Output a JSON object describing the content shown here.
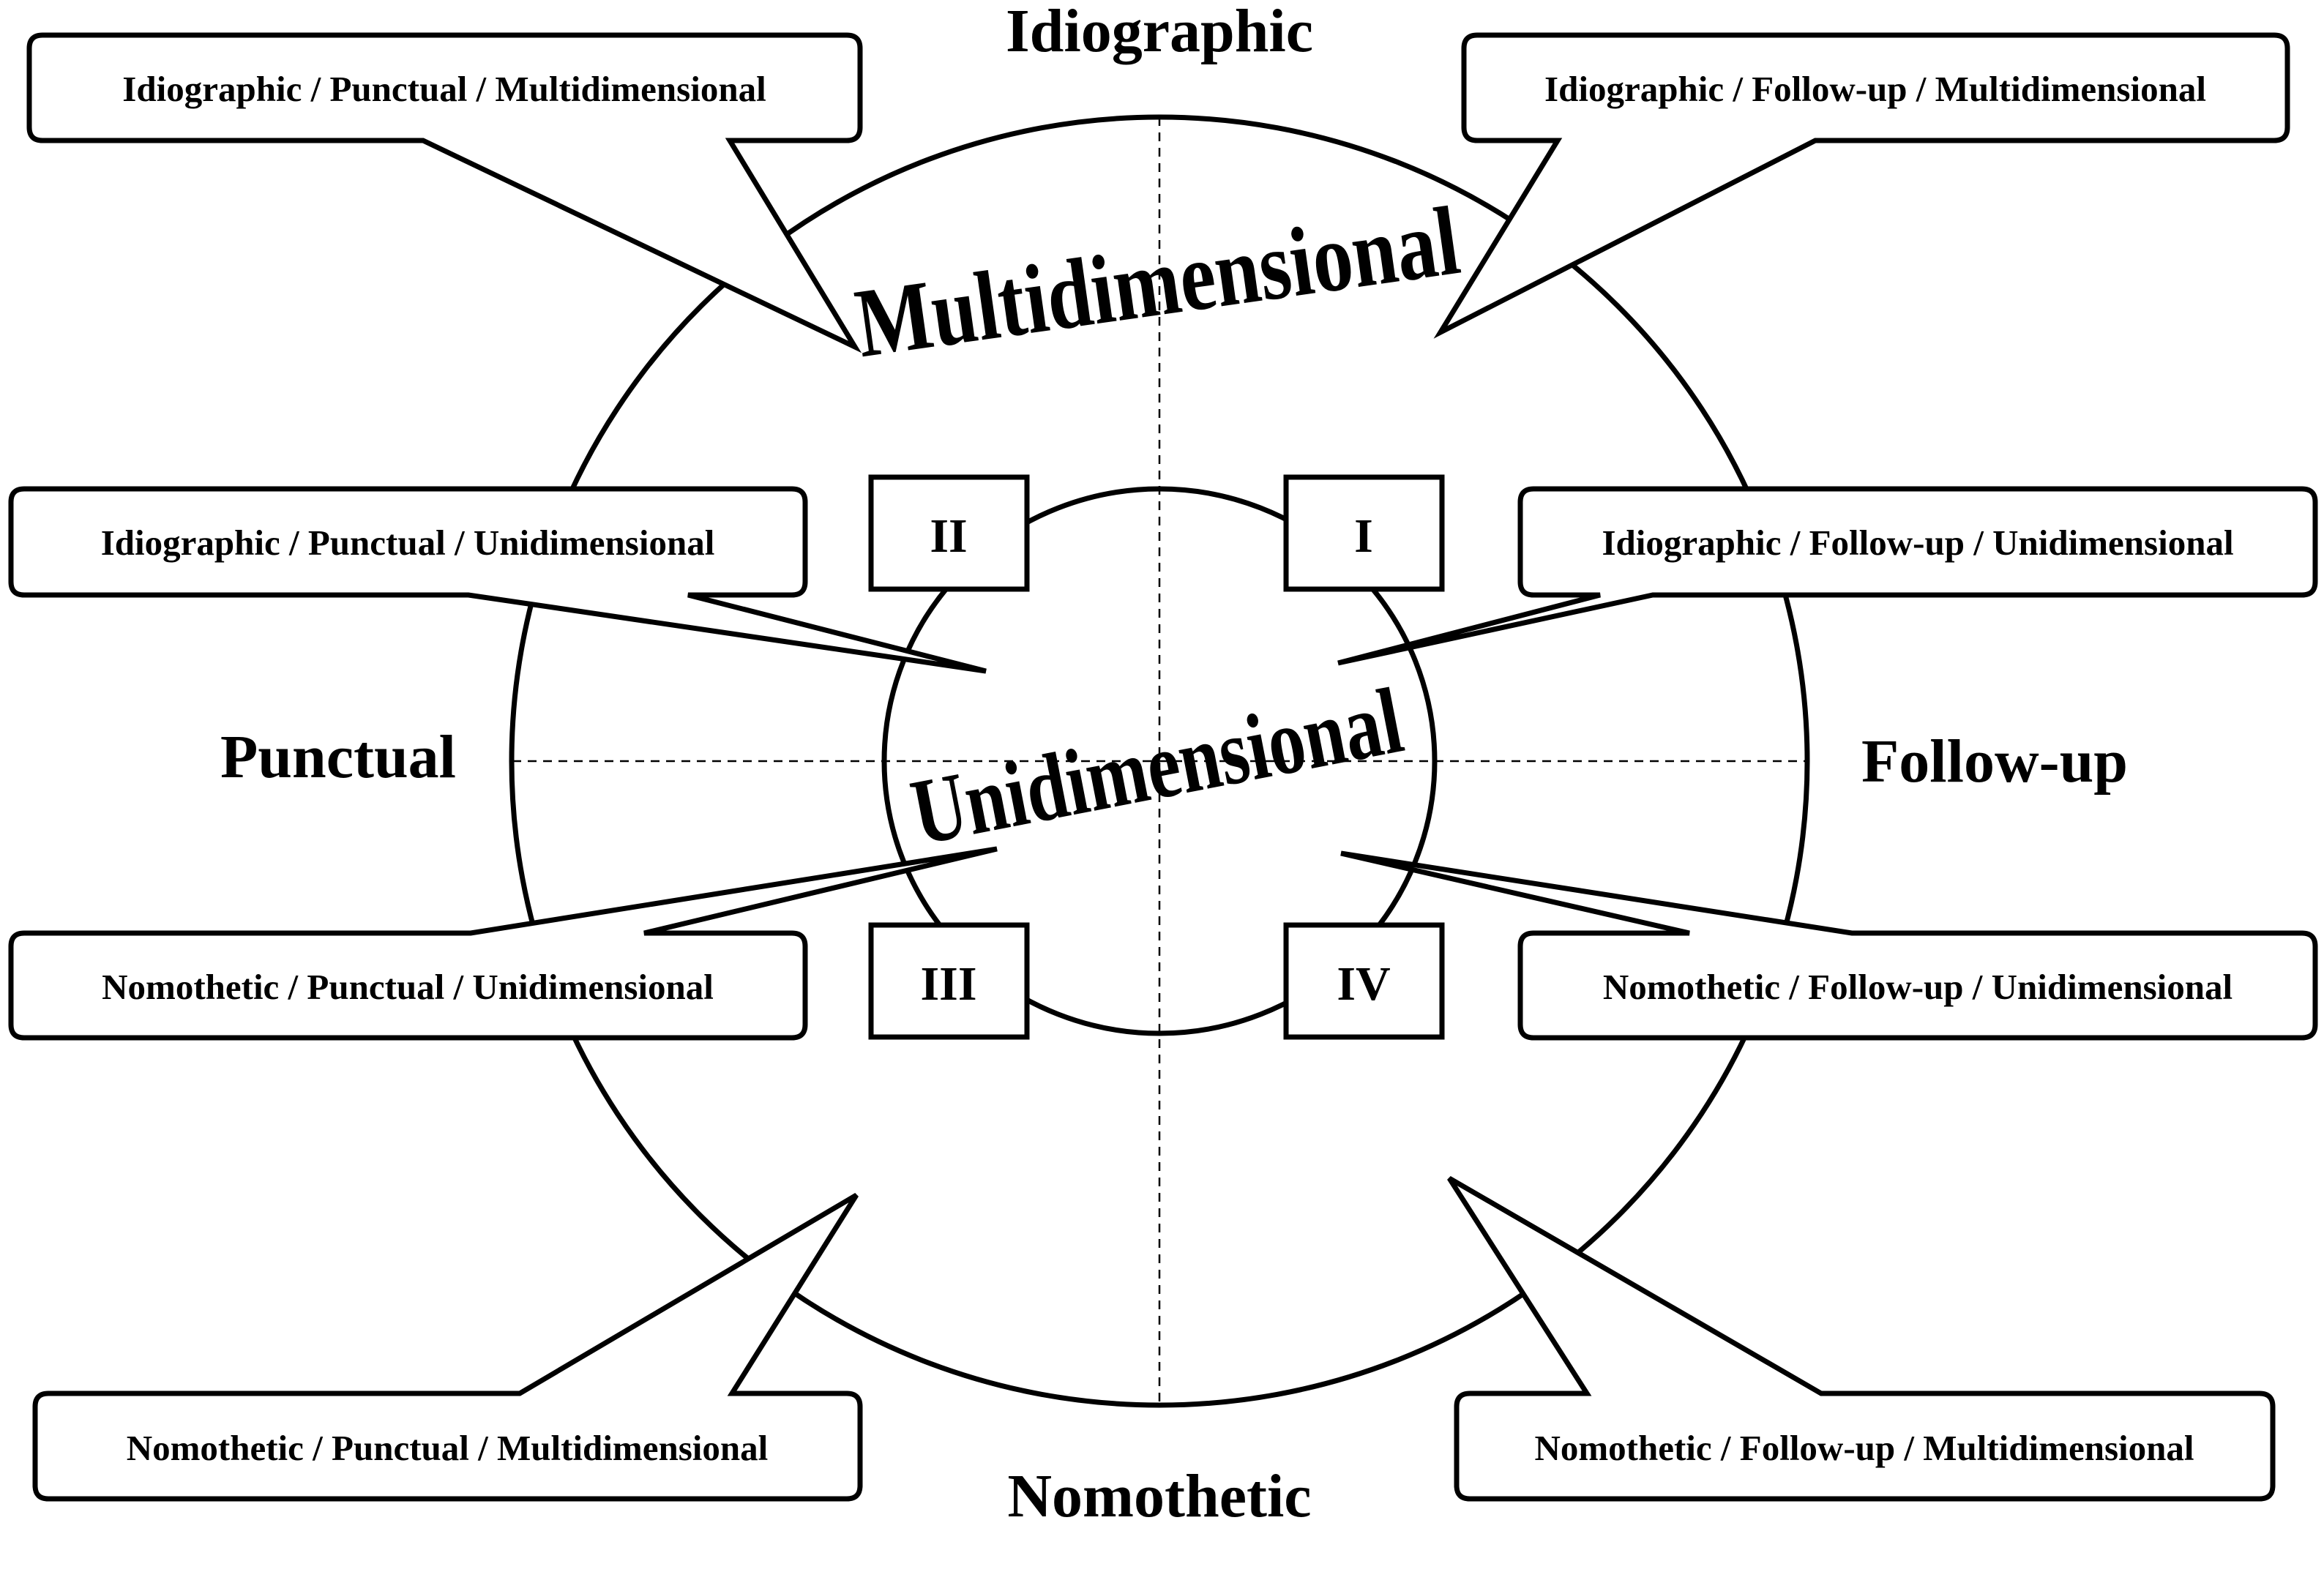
{
  "axes": {
    "top": "Idiographic",
    "bottom": "Nomothetic",
    "left": "Punctual",
    "right": "Follow-up"
  },
  "rings": {
    "outer": "Multidimensional",
    "inner": "Unidimensional"
  },
  "quadrants": [
    "I",
    "II",
    "III",
    "IV"
  ],
  "callouts": {
    "idio_punct_multi": "Idiographic / Punctual / Multidimensional",
    "idio_follow_multi": "Idiographic / Follow-up / Multidimensional",
    "idio_punct_uni": "Idiographic / Punctual / Unidimensional",
    "idio_follow_uni": "Idiographic / Follow-up / Unidimensional",
    "nomo_punct_uni": "Nomothetic / Punctual / Unidimensional",
    "nomo_follow_uni": "Nomothetic / Follow-up / Unidimensional",
    "nomo_punct_multi": "Nomothetic / Punctual / Multidimensional",
    "nomo_follow_multi": "Nomothetic / Follow-up / Multidimensional"
  }
}
